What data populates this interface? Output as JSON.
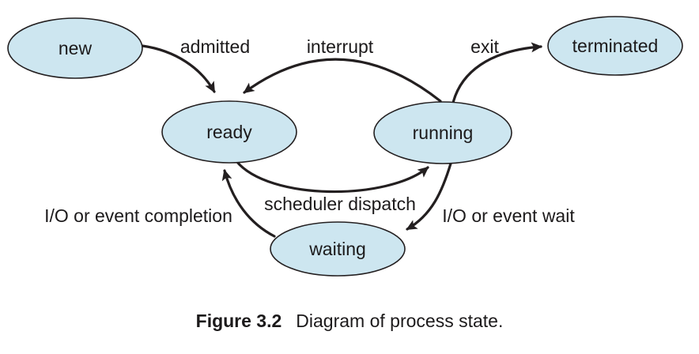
{
  "figure": {
    "caption_label": "Figure 3.2",
    "caption_text": "Diagram of process state."
  },
  "colors": {
    "state_fill": "#cde6f0",
    "state_stroke": "#231f20",
    "arrow": "#231f20",
    "text": "#1c1a1b",
    "background": "#ffffff"
  },
  "diagram": {
    "type": "process-state-diagram",
    "states": [
      {
        "id": "new",
        "label": "new"
      },
      {
        "id": "ready",
        "label": "ready"
      },
      {
        "id": "running",
        "label": "running"
      },
      {
        "id": "waiting",
        "label": "waiting"
      },
      {
        "id": "terminated",
        "label": "terminated"
      }
    ],
    "transitions": [
      {
        "from": "new",
        "to": "ready",
        "label": "admitted"
      },
      {
        "from": "running",
        "to": "ready",
        "label": "interrupt"
      },
      {
        "from": "running",
        "to": "terminated",
        "label": "exit"
      },
      {
        "from": "ready",
        "to": "running",
        "label": "scheduler dispatch"
      },
      {
        "from": "running",
        "to": "waiting",
        "label": "I/O or event wait"
      },
      {
        "from": "waiting",
        "to": "ready",
        "label": "I/O or event completion"
      }
    ]
  }
}
